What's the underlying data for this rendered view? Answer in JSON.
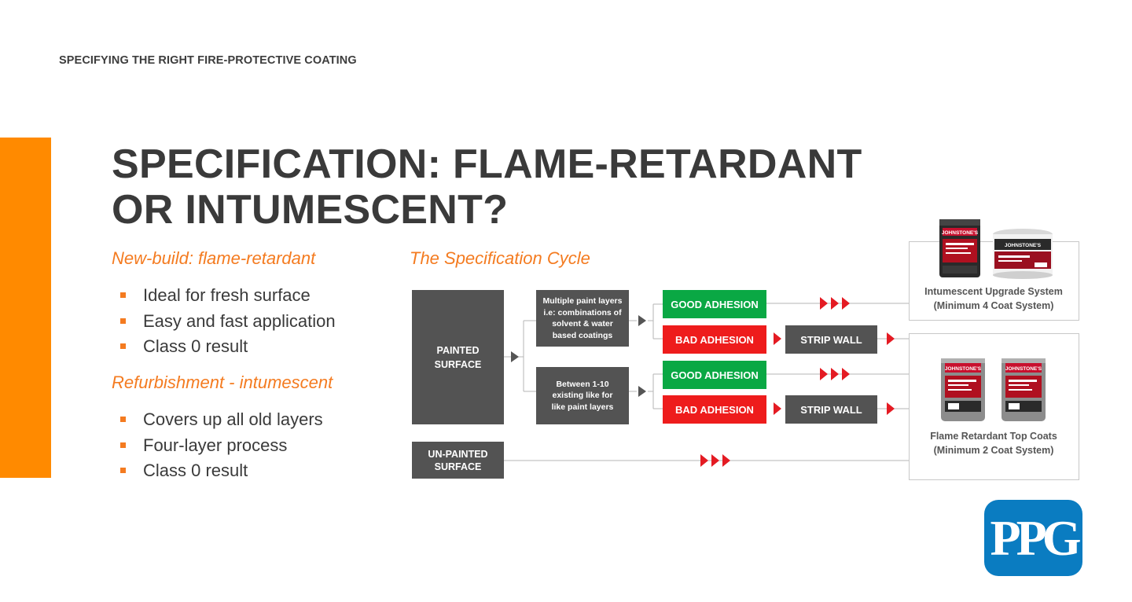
{
  "header": {
    "label": "SPECIFYING THE RIGHT FIRE-PROTECTIVE COATING"
  },
  "colors": {
    "accent": "#ff8a00",
    "subhead": "#f47b20",
    "bullet": "#f47b20",
    "dark_box": "#535353",
    "good": "#0aa844",
    "bad": "#ee1c1c",
    "arrow": "#e41b23",
    "connector": "#b5b5b5",
    "ppg_blue": "#0a7cc1"
  },
  "title": {
    "line1": "SPECIFICATION: FLAME-RETARDANT",
    "line2": "OR INTUMESCENT?"
  },
  "left": {
    "newbuild_heading": "New-build: flame-retardant",
    "newbuild_bullets": [
      "Ideal for fresh surface",
      "Easy and fast application",
      "Class 0 result"
    ],
    "refurb_heading": "Refurbishment - intumescent",
    "refurb_bullets": [
      "Covers up all old layers",
      "Four-layer process",
      "Class 0 result"
    ]
  },
  "diagram": {
    "heading": "The Specification Cycle",
    "painted_surface": "PAINTED SURFACE",
    "unpainted_surface": "UN-PAINTED SURFACE",
    "branch_multi": "Multiple paint layers i.e: combinations of solvent & water based coatings",
    "branch_between": "Between 1-10 existing like for like paint layers",
    "good_adhesion": "GOOD ADHESION",
    "bad_adhesion": "BAD ADHESION",
    "strip_wall": "STRIP WALL",
    "product_top": {
      "line1": "Intumescent Upgrade System",
      "line2": "(Minimum 4 Coat System)"
    },
    "product_bottom": {
      "line1": "Flame Retardant Top Coats",
      "line2": "(Minimum 2 Coat System)"
    },
    "can_brand": "JOHNSTONE'S"
  },
  "logo": {
    "text": "PPG"
  }
}
